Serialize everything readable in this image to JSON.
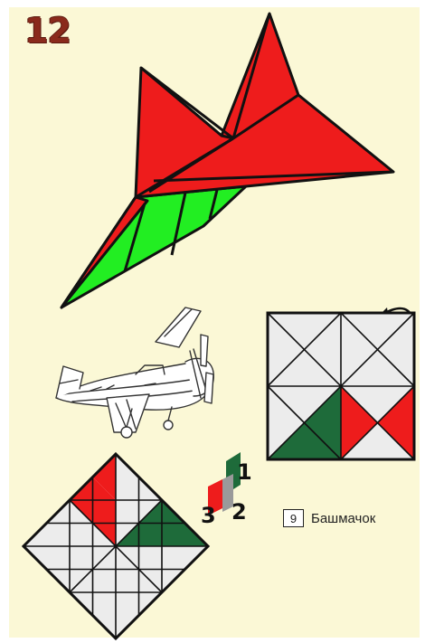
{
  "model_number": "12",
  "step_number": "9",
  "model_name": "Башмачок",
  "fold_order_labels": [
    "1",
    "2",
    "3"
  ],
  "colors": {
    "background": "#fbf8d6",
    "red": "#ee1c1c",
    "green": "#22ee22",
    "dark_green": "#1e6b3a",
    "light_gray": "#ececec",
    "outline": "#111111",
    "number": "#8a2a1c"
  }
}
